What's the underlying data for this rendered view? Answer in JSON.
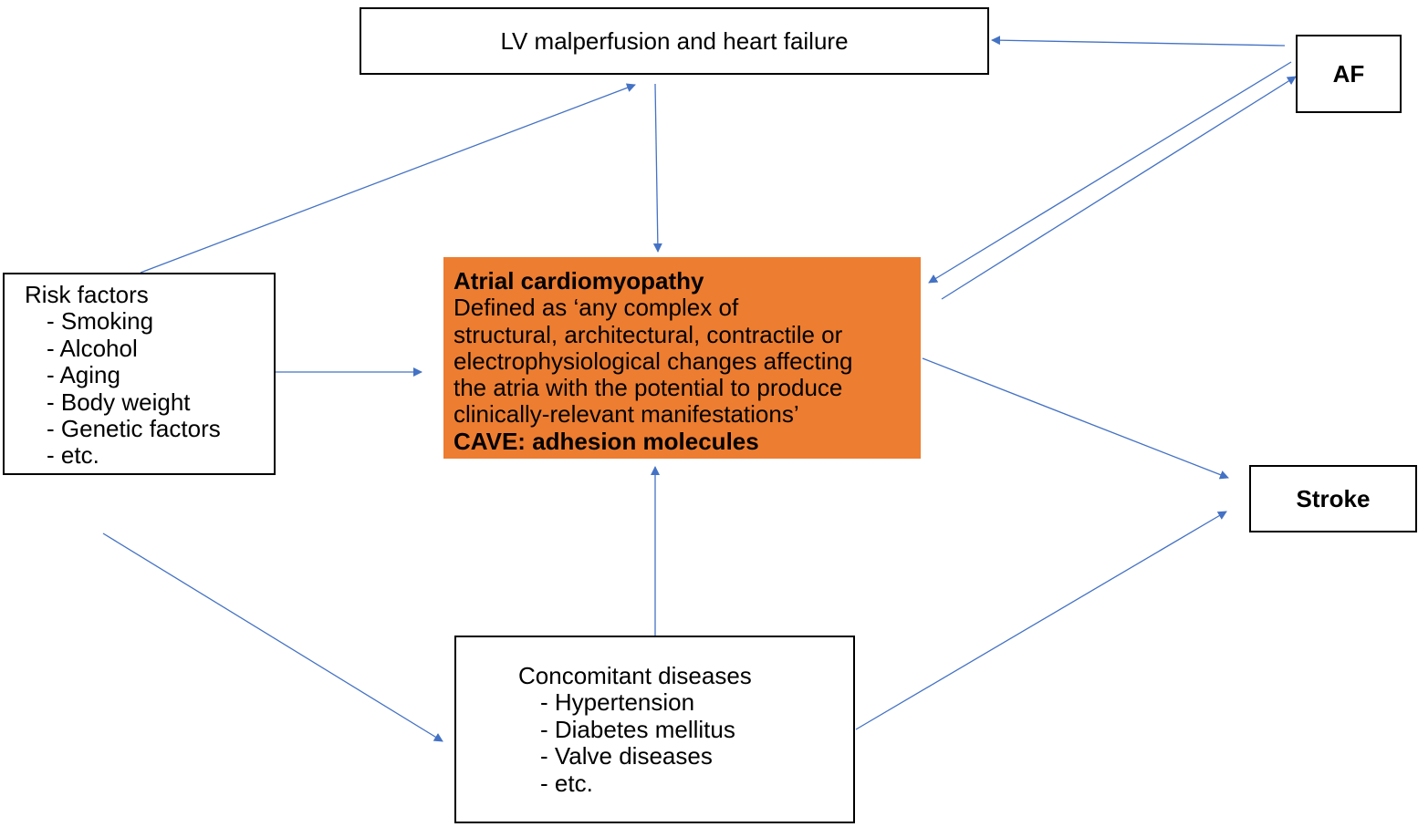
{
  "lv_box": {
    "label": "LV malperfusion and heart failure"
  },
  "af_box": {
    "label": "AF"
  },
  "stroke_box": {
    "label": "Stroke"
  },
  "risk_factors": {
    "title": "Risk factors",
    "items": [
      "- Smoking",
      "- Alcohol",
      "- Aging",
      "- Body weight",
      "- Genetic factors",
      "- etc."
    ]
  },
  "atrial_cardiomyopathy": {
    "title": "Atrial cardiomyopathy",
    "definition_lines": [
      "Defined as ‘any complex of",
      "structural, architectural, contractile or",
      "electrophysiological changes affecting",
      "the atria with the potential to produce",
      "clinically-relevant manifestations’"
    ],
    "note": "CAVE: adhesion molecules"
  },
  "concomitant_diseases": {
    "title": "Concomitant diseases",
    "items": [
      "- Hypertension",
      "- Diabetes mellitus",
      "- Valve diseases",
      "- etc."
    ]
  },
  "colors": {
    "arrow": "#4472C4",
    "atrial_box_fill": "#ED7D31",
    "box_border": "#000000"
  }
}
